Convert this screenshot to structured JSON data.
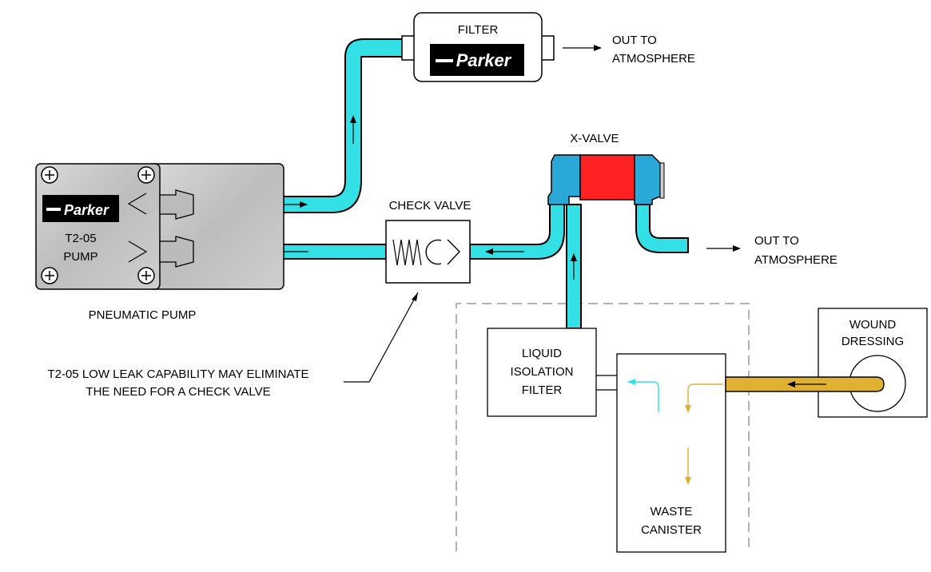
{
  "colors": {
    "air_line": "#33e0e6",
    "fluid_line": "#e0b030",
    "valve_body": "#2aa8d8",
    "valve_core": "#ff2222",
    "pump_body": "#c8c8c8",
    "outline": "#000000",
    "enclosure_dash": "#999999"
  },
  "brand": {
    "logo_text": "Parker"
  },
  "labels": {
    "filter": "FILTER",
    "filter_out_line1": "OUT TO",
    "filter_out_line2": "ATMOSPHERE",
    "x_valve": "X-VALVE",
    "check_valve": "CHECK VALVE",
    "valve_out_line1": "OUT TO",
    "valve_out_line2": "ATMOSPHERE",
    "pump_model": "T2-05",
    "pump_word": "PUMP",
    "pneumatic_pump": "PNEUMATIC PUMP",
    "note_line1": "T2-05 LOW LEAK CAPABILITY MAY ELIMINATE",
    "note_line2": "THE NEED FOR A CHECK VALVE",
    "lif_line1": "LIQUID",
    "lif_line2": "ISOLATION",
    "lif_line3": "FILTER",
    "wound_line1": "WOUND",
    "wound_line2": "DRESSING",
    "waste_line1": "WASTE",
    "waste_line2": "CANISTER"
  }
}
